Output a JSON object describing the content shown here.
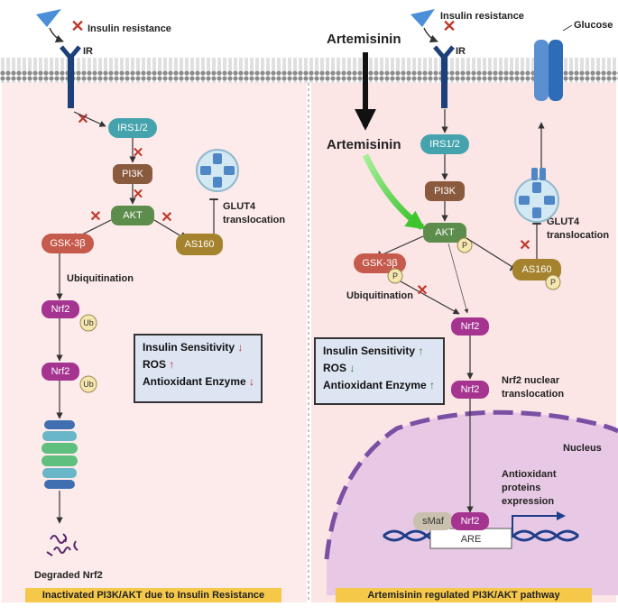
{
  "colors": {
    "background_left": "#fcebea",
    "background_right": "#fbe5e5",
    "membrane": "#8f8f8f",
    "node_teal": "#45a3ad",
    "node_brown": "#8a5a3f",
    "node_green": "#5d8d4c",
    "node_red": "#c65a4c",
    "node_magenta": "#a53491",
    "node_gold": "#a4822e",
    "footer": "#f6c84a",
    "inhibit_x": "#c0392b",
    "up_arrow": "#2e7d32",
    "down_arrow": "#c62828",
    "nucleus": "#e8c9e5",
    "dna": "#1f3e8a"
  },
  "left": {
    "insulin_resistance": "Insulin resistance",
    "ir_label": "IR",
    "irs": "IRS1/2",
    "pi3k": "PI3K",
    "akt": "AKT",
    "gsk": "GSK-3β",
    "as160": "AS160",
    "glut4_line1": "GLUT4",
    "glut4_line2": "translocation",
    "ubiquitination": "Ubiquitination",
    "nrf2_a": "Nrf2",
    "nrf2_b": "Nrf2",
    "ub_a": "Ub",
    "ub_b": "Ub",
    "degraded": "Degraded Nrf2",
    "box_line1": "Insulin Sensitivity",
    "box_line2": "ROS",
    "box_line3": "Antioxidant Enzyme",
    "box_arrow1": "↓",
    "box_arrow2": "↑",
    "box_arrow3": "↓",
    "footer": "Inactivated PI3K/AKT due to Insulin Resistance"
  },
  "right": {
    "artemisinin_top": "Artemisinin",
    "artemisinin_mid": "Artemisinin",
    "insulin_resistance": "Insulin resistance",
    "ir_label": "IR",
    "glucose": "Glucose",
    "irs": "IRS1/2",
    "pi3k": "PI3K",
    "akt": "AKT",
    "gsk": "GSK-3β",
    "as160": "AS160",
    "p1": "P",
    "p2": "P",
    "p3": "P",
    "glut4_line1": "GLUT4",
    "glut4_line2": "translocation",
    "ubiquitination": "Ubiquitination",
    "nrf2_a": "Nrf2",
    "nrf2_b": "Nrf2",
    "nrf2_c": "Nrf2",
    "translocation_line1": "Nrf2 nuclear",
    "translocation_line2": "translocation",
    "nucleus": "Nucleus",
    "smaf": "sMaf",
    "are": "ARE",
    "expr_line1": "Antioxidant",
    "expr_line2": "proteins",
    "expr_line3": "expression",
    "box_line1": "Insulin Sensitivity",
    "box_line2": "ROS",
    "box_line3": "Antioxidant Enzyme",
    "box_arrow1": "↑",
    "box_arrow2": "↓",
    "box_arrow3": "↑",
    "footer": "Artemisinin regulated PI3K/AKT pathway"
  }
}
